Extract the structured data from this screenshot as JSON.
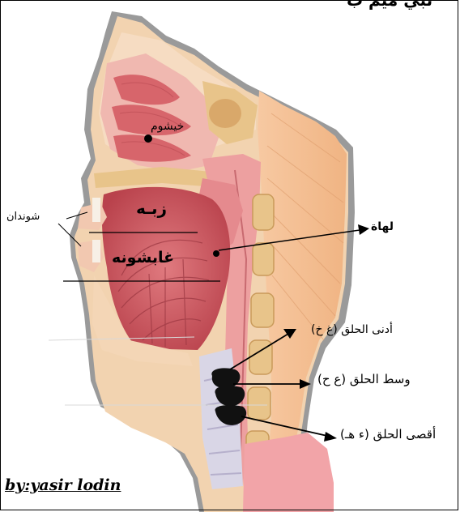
{
  "title": "نبي ميم ب",
  "labels": {
    "khayshum": "خيشوم",
    "shawandan": "شوندان",
    "zubba": "زبـه",
    "ghabshuna": "غابشونه",
    "lahat": "لهاة",
    "adna_halq": "أدنى الحلق (غ خ)",
    "wasat_halq": "وسط الحلق (ع ح)",
    "aqsa_halq": "أقصى الحلق (ء هـ)"
  },
  "credit": "by:yasir lodin",
  "colors": {
    "skin": "#f2d3b0",
    "tissue": "#e79a98",
    "muscle": "#c8545b",
    "bone": "#e8c48a",
    "outline_shadow": "#8f8f8f",
    "marker": "#111111"
  }
}
